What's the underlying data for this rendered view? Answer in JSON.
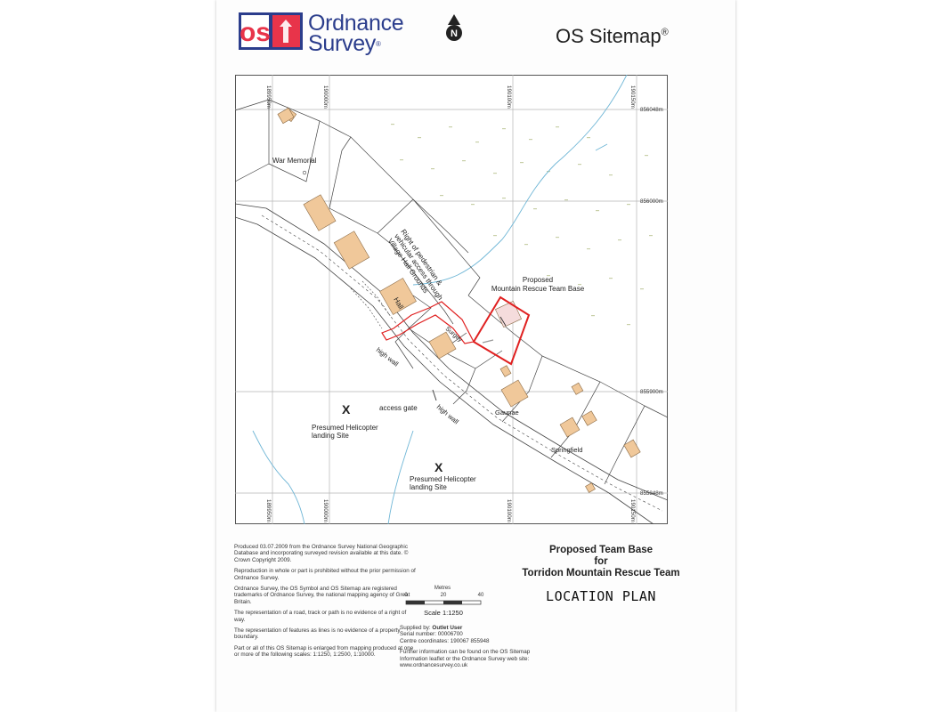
{
  "header": {
    "logo_letters": "os",
    "logo_line1": "Ordnance",
    "logo_line2": "Survey",
    "logo_reg": "®",
    "north_letter": "N",
    "title": "OS Sitemap",
    "title_reg": "®"
  },
  "map": {
    "grid_labels": {
      "top": [
        "189950m",
        "190000m",
        "190100m",
        "190150m"
      ],
      "bottom": [
        "189950m",
        "190000m",
        "190100m",
        "190150m"
      ],
      "left": [
        "856048m",
        "856000m",
        "855900m",
        "855848m"
      ],
      "right": [
        "856048m",
        "856000m",
        "855900m",
        "855848m"
      ]
    },
    "labels": {
      "war_memorial": "War Memorial",
      "right_of_way_line1": "Right of pedestrian &",
      "right_of_way_line2": "vehicular access through",
      "right_of_way_line3": "Village Hall Grounds",
      "proposed_line1": "Proposed",
      "proposed_line2": "Mountain Rescue Team Base",
      "hall": "Hall",
      "surgery": "Surgey",
      "high_wall_1": "high wall",
      "high_wall_2": "high wall",
      "access_gate": "access gate",
      "x_mark_1": "X",
      "helipad_1_line1": "Presumed Helicopter",
      "helipad_1_line2": "landing Site",
      "x_mark_2": "X",
      "helipad_2_line1": "Presumed Helicopter",
      "helipad_2_line2": "landing Site",
      "gaunae": "Gaunae",
      "springfield": "Springfield"
    },
    "colors": {
      "building": "#f0c89a",
      "site_outline": "#e02020",
      "stream": "#6fb6d6",
      "grid": "#b5b5b5"
    }
  },
  "info": {
    "p1": "Produced 03.07.2009 from the Ordnance Survey National Geographic Database and incorporating surveyed revision available at this date. © Crown Copyright 2009.",
    "p2": "Reproduction in whole or part is prohibited without the prior permission of Ordnance Survey.",
    "p3": "Ordnance Survey, the OS Symbol and OS Sitemap are registered trademarks of Ordnance Survey, the national mapping agency of Great Britain.",
    "p4": "The representation of a road, track or path is no evidence of a right of way.",
    "p5": "The representation of features as lines is no evidence of a property boundary.",
    "p6": "Part or all of this OS Sitemap is enlarged from mapping produced at one or more of the following scales: 1:1250, 1:2500, 1:10000."
  },
  "scale": {
    "unit_label": "Metres",
    "ticks": [
      "0",
      "20",
      "40"
    ],
    "scale_text": "Scale 1:1250"
  },
  "supply": {
    "supplied_label": "Supplied by:",
    "supplier": "Outlet User",
    "serial": "Serial number: 00006700",
    "centre": "Centre coordinates: 190067 855948",
    "further": "Further information can be found on the OS Sitemap Information leaflet or the Ordnance Survey web site: www.ordnancesurvey.co.uk"
  },
  "title_block": {
    "line1": "Proposed Team Base",
    "line2": "for",
    "line3": "Torridon Mountain Rescue Team",
    "handwritten": "LOCATION PLAN"
  }
}
